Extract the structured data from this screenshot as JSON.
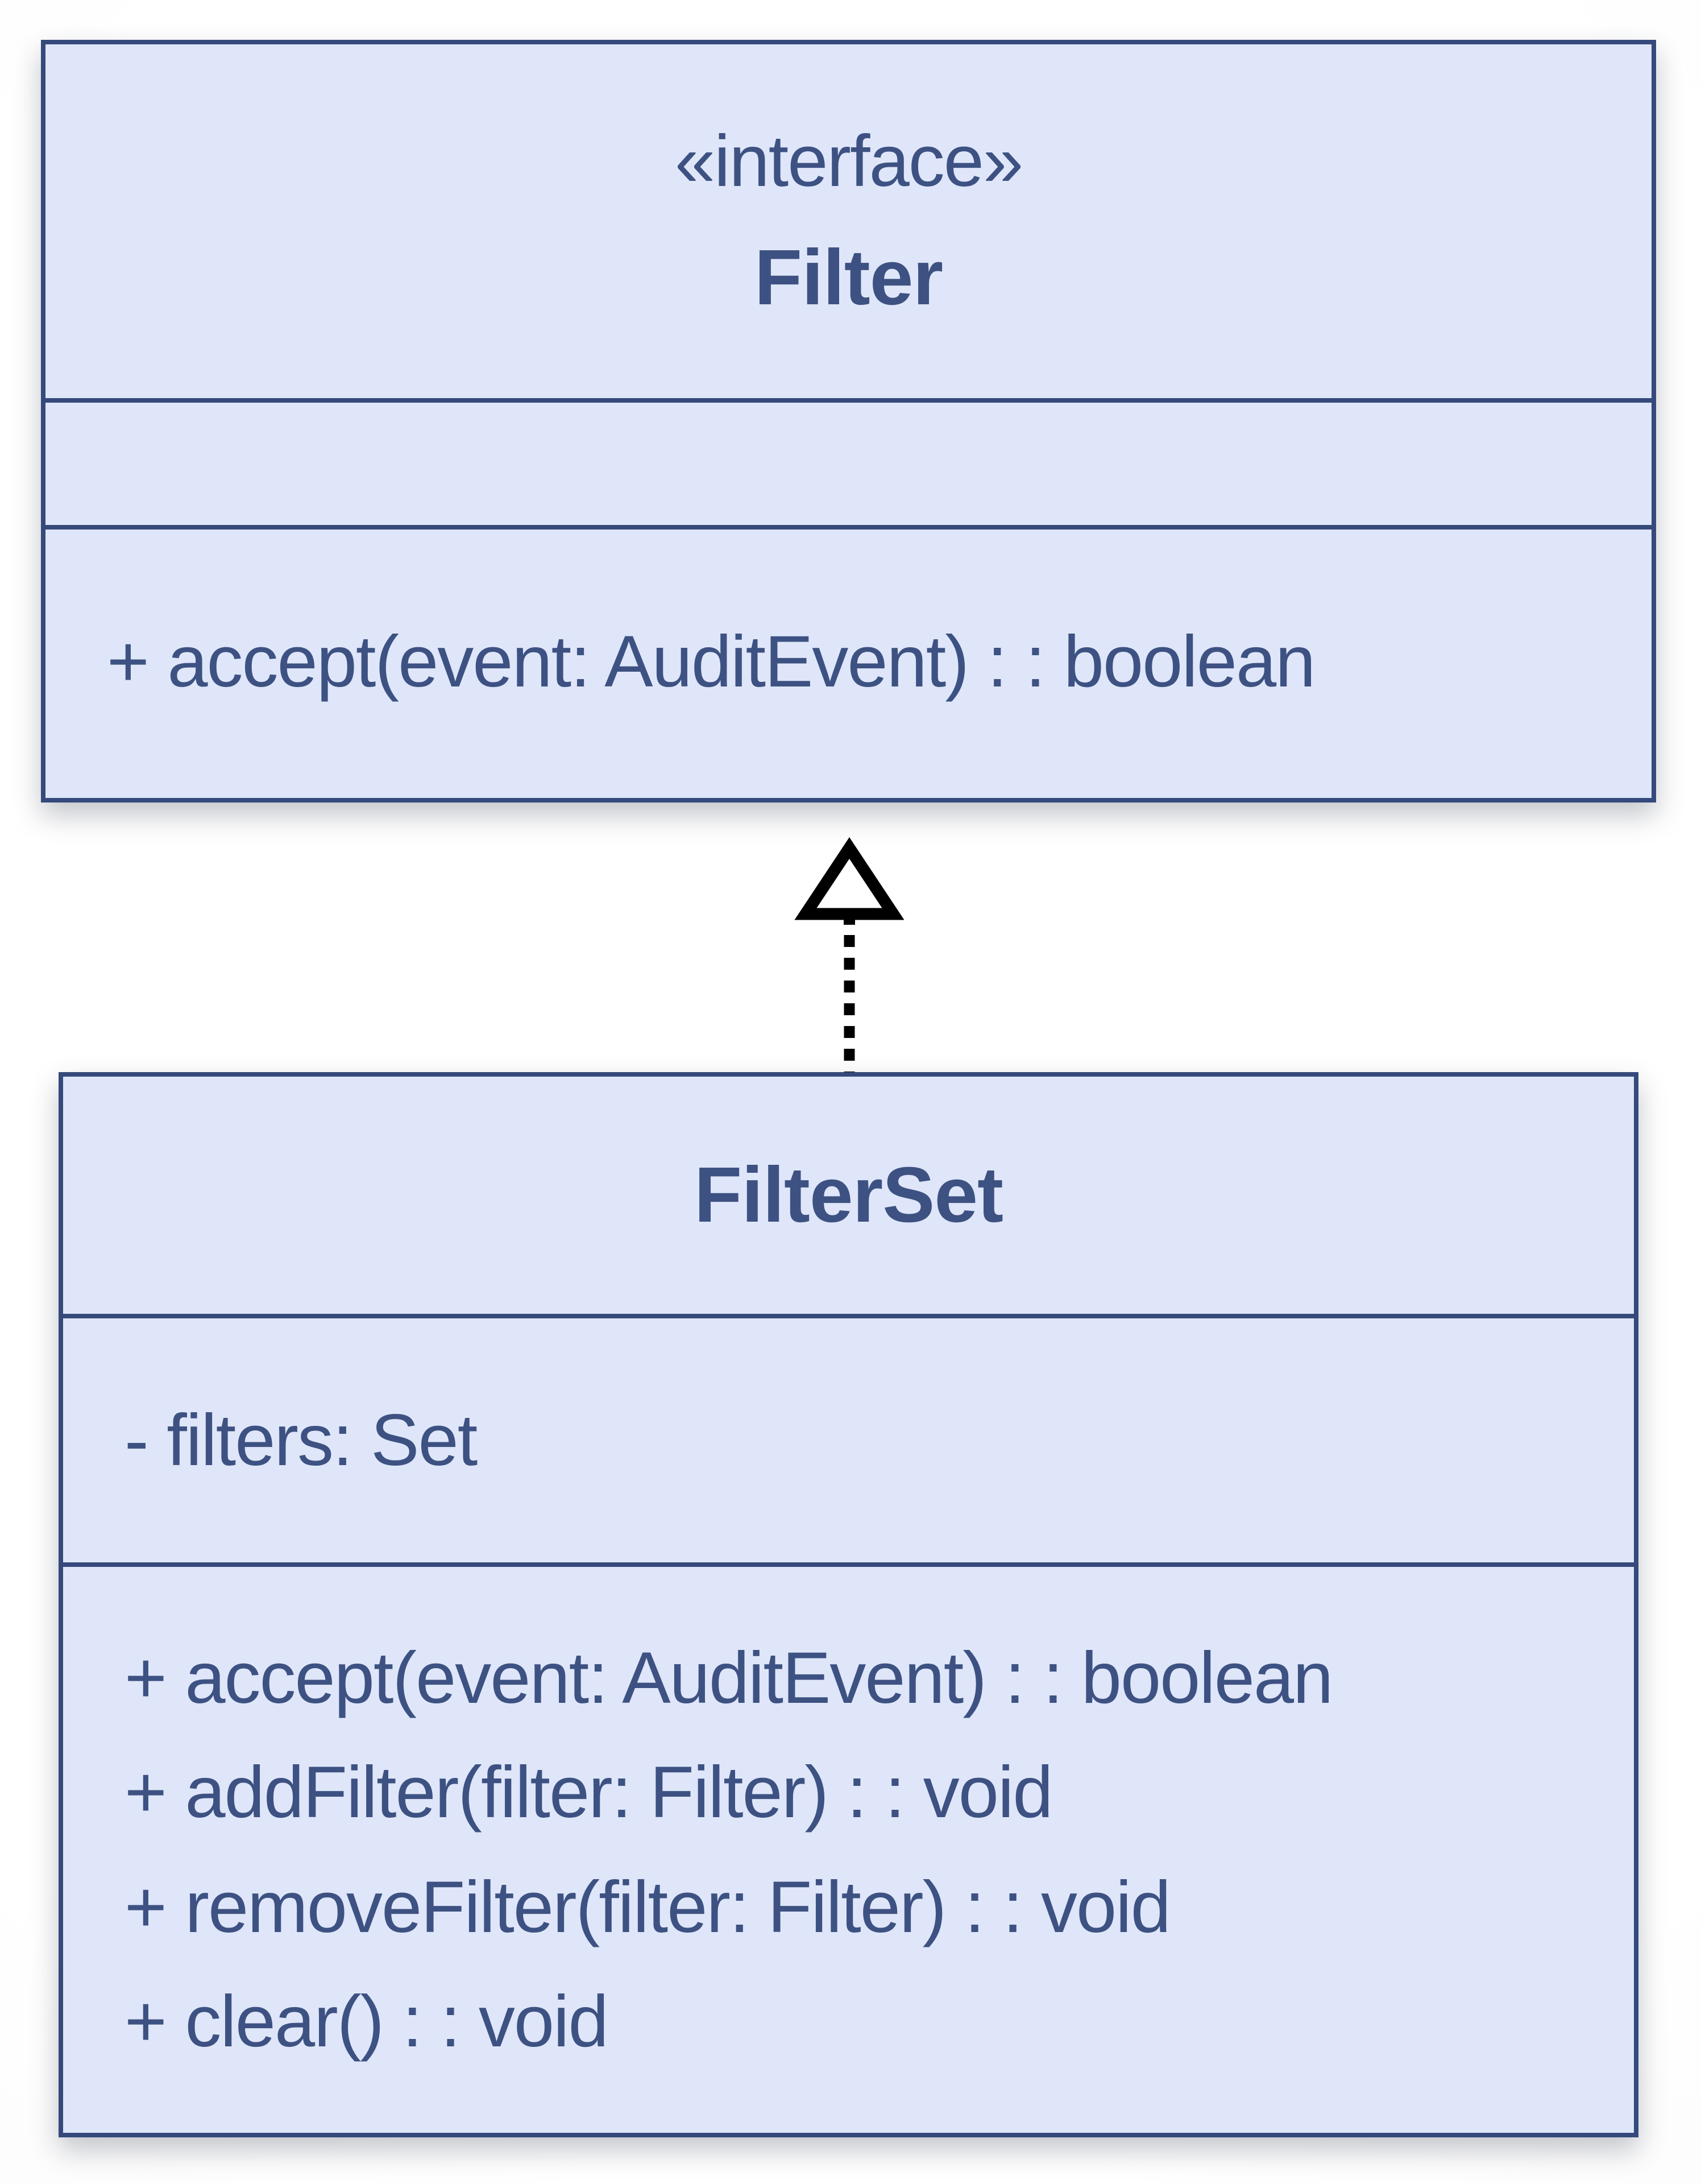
{
  "diagram": {
    "type": "uml-class-diagram",
    "colors": {
      "box_fill": "#dfe6f9",
      "box_border": "#35497b",
      "text_color": "#3d5282",
      "arrow_color": "#000000"
    },
    "interface": {
      "stereotype": "«interface»",
      "name": "Filter",
      "attributes": [],
      "methods": [
        "+ accept(event: AuditEvent) : : boolean"
      ]
    },
    "filterset": {
      "name": "FilterSet",
      "attributes": [
        "- filters: Set"
      ],
      "methods": [
        "+ accept(event: AuditEvent) : : boolean",
        "+ addFilter(filter: Filter) : : void",
        "+ removeFilter(filter: Filter) : : void",
        "+ clear() : : void"
      ]
    },
    "relationship": {
      "type": "realization",
      "from": "FilterSet",
      "to": "Filter"
    }
  }
}
